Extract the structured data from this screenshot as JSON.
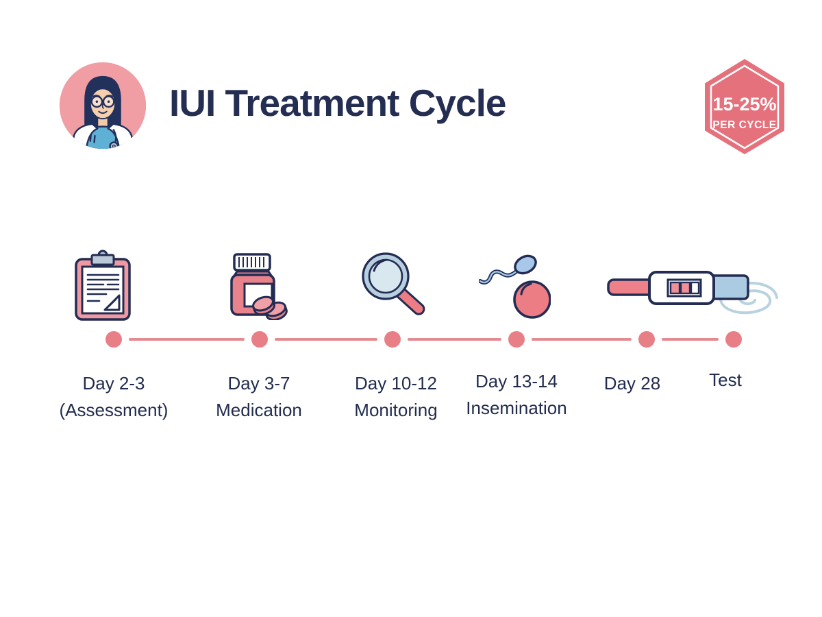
{
  "header": {
    "avatar": "female-doctor",
    "title": "IUI Treatment Cycle",
    "badge": {
      "rate": "15-25%",
      "caption": "PER CYCLE"
    }
  },
  "timeline": {
    "milestones": [
      {
        "day": "Day 2-3",
        "sublabel": "(Assessment)",
        "icon": "clipboard-icon"
      },
      {
        "day": "Day 3-7",
        "sublabel": "Medication",
        "icon": "pill-bottle-icon"
      },
      {
        "day": "Day 10-12",
        "sublabel": "Monitoring",
        "icon": "magnifying-glass-icon"
      },
      {
        "day": "Day 13-14",
        "sublabel": "Insemination",
        "icon": "sperm-egg-icon"
      },
      {
        "day": "Day 28",
        "sublabel": "",
        "icon": "pregnancy-test-icon"
      },
      {
        "day": "Test",
        "sublabel": "",
        "icon": "water-swirl-icon"
      }
    ]
  },
  "colors": {
    "accent_pink": "#e97f86",
    "timeline_line": "#e28b90",
    "navy_text": "#242d52",
    "outline_navy": "#232c52",
    "badge_pink": "#e4717b",
    "avatar_circle_pink": "#f09da3",
    "light_blue": "#aecde5",
    "pale_lens_blue": "#d9e8ee"
  }
}
